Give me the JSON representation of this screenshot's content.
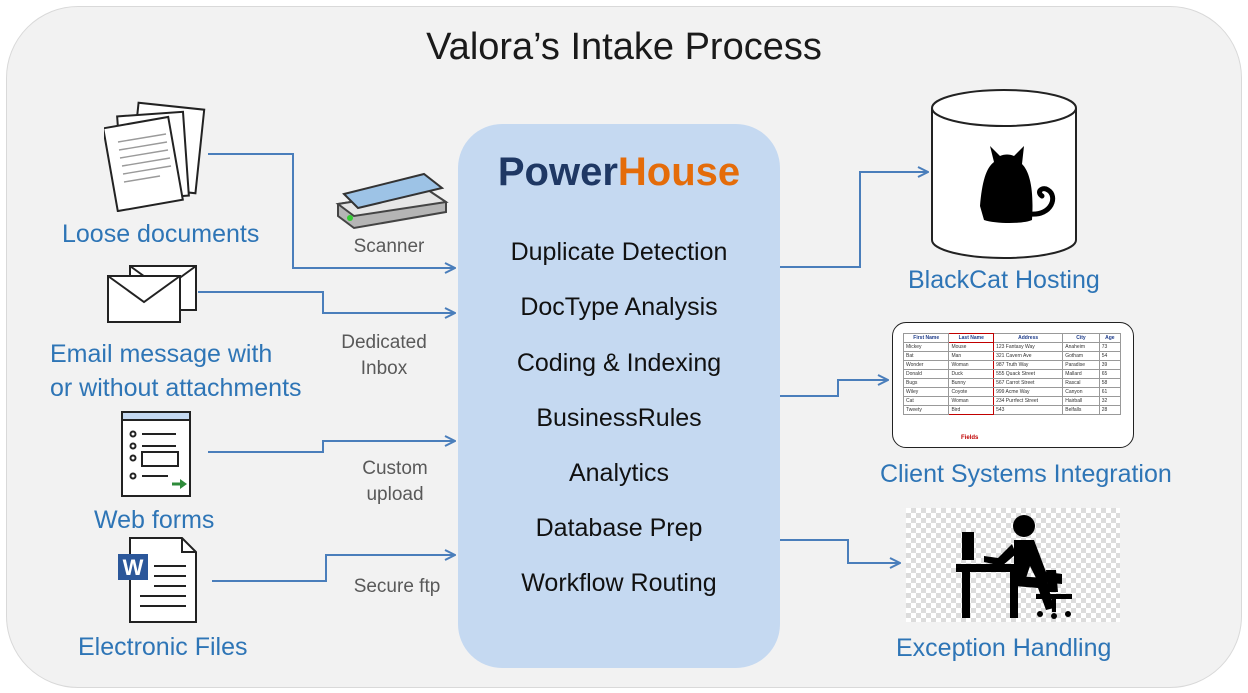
{
  "title": "Valora’s Intake Process",
  "core": {
    "brand_part1": "Power",
    "brand_part2": "House",
    "steps": [
      "Duplicate Detection",
      "DocType Analysis",
      "Coding & Indexing",
      "BusinessRules",
      "Analytics",
      "Database Prep",
      "Workflow Routing"
    ]
  },
  "sources": {
    "loose_documents": "Loose documents",
    "email_line1": "Email message with",
    "email_line2": "or without attachments",
    "web_forms": "Web forms",
    "electronic_files": "Electronic Files"
  },
  "channels": {
    "scanner": "Scanner",
    "inbox_line1": "Dedicated",
    "inbox_line2": "Inbox",
    "upload_line1": "Custom",
    "upload_line2": "upload",
    "ftp": "Secure ftp"
  },
  "destinations": {
    "hosting": "BlackCat Hosting",
    "integration": "Client Systems Integration",
    "exceptions": "Exception Handling"
  },
  "client_table": {
    "headers": [
      "First Name",
      "Last Name",
      "Address",
      "City",
      "Age"
    ],
    "rows": [
      [
        "Mickey",
        "Mouse",
        "123 Fantasy Way",
        "Anaheim",
        "73"
      ],
      [
        "Bat",
        "Man",
        "321 Cavern Ave",
        "Gotham",
        "54"
      ],
      [
        "Wonder",
        "Woman",
        "987 Truth Way",
        "Paradise",
        "39"
      ],
      [
        "Donald",
        "Duck",
        "555 Quack Street",
        "Mallard",
        "65"
      ],
      [
        "Bugs",
        "Bunny",
        "567 Carrot Street",
        "Rascal",
        "58"
      ],
      [
        "Wiley",
        "Coyote",
        "999 Acme Way",
        "Canyon",
        "61"
      ],
      [
        "Cat",
        "Woman",
        "234 Purrfect Street",
        "Hairball",
        "32"
      ],
      [
        "Tweety",
        "Bird",
        "543",
        "Belfalls",
        "28"
      ]
    ],
    "fields_label": "Fields"
  },
  "colors": {
    "connector": "#4a7ebb",
    "label_blue": "#2e75b6",
    "core_fill": "#c5d9f1",
    "brand_dark": "#1f3864",
    "brand_orange": "#e46c0a"
  }
}
